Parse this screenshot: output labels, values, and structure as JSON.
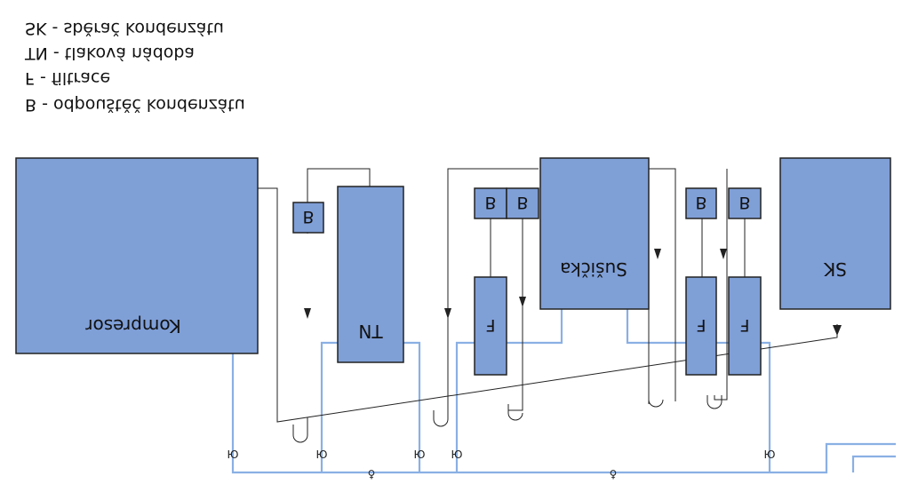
{
  "legend": {
    "sk": "SK - sběrač kondenzátu",
    "tn": "TN - tlaková nádoba",
    "f": "F - filtrace",
    "b": "B - odpouštěč kondenzátu"
  },
  "units": {
    "compressor": "Kompresor",
    "tank": "TN",
    "dryer": "Sušička",
    "collector": "SK",
    "filter": "F",
    "drain": "B"
  },
  "valve_symbols": {
    "ball": "Ю",
    "gauge": "♀"
  },
  "colors": {
    "unit_fill": "#7f9fd7",
    "air_pipe": "#8ab0e4",
    "drain_line": "#222222"
  }
}
